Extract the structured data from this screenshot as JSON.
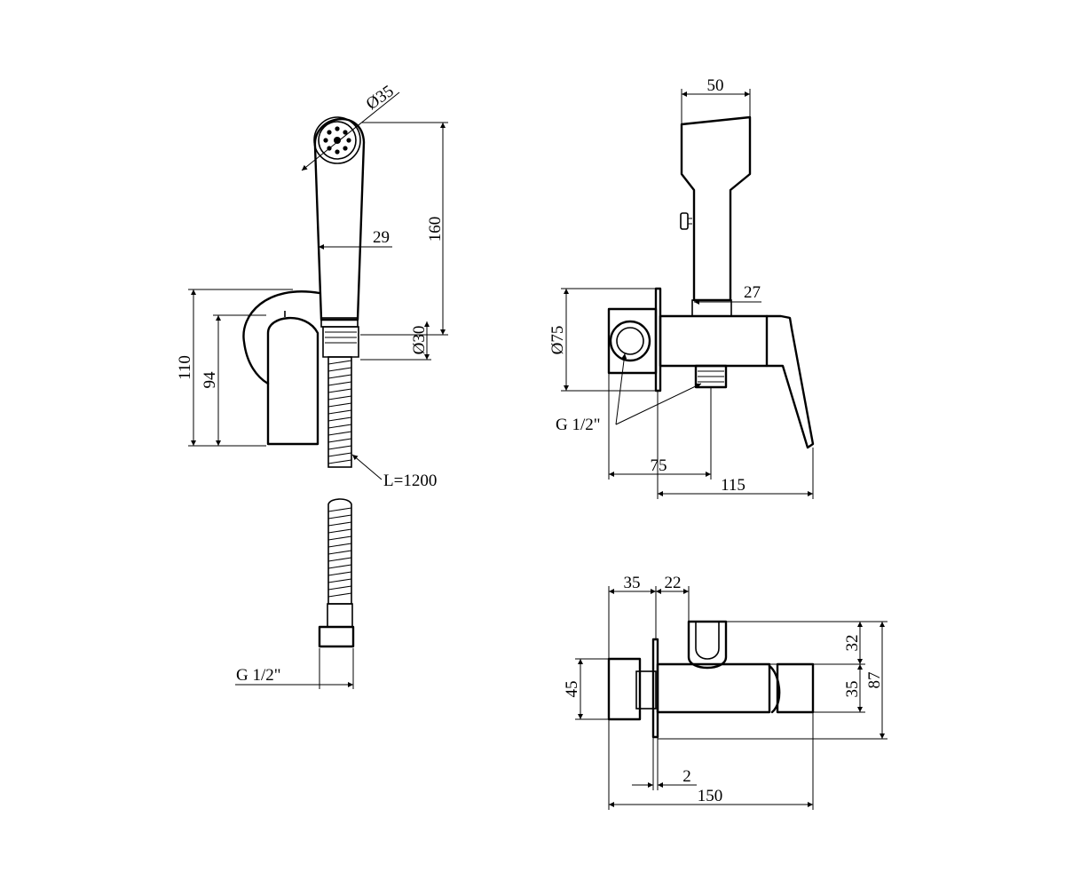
{
  "side_view": {
    "dim_head_diameter": "Ø35",
    "dim_handle_width": "29",
    "dim_shower_length": "160",
    "dim_collar_diameter": "Ø30",
    "dim_rosette_height": "110",
    "dim_bracket_height": "94",
    "dim_hose_length": "L=1200",
    "dim_hose_thread": "G 1/2\""
  },
  "front_view": {
    "dim_head_width": "50",
    "dim_handle_neck_width": "27",
    "dim_flange_diameter": "Ø75",
    "dim_threads": "G 1/2\"",
    "dim_outlet_offset": "75",
    "dim_total_depth": "115"
  },
  "top_view": {
    "dim_inlet_length": "35",
    "dim_flange_to_holder": "22",
    "dim_holder_height": "32",
    "dim_body_diameter": "35",
    "dim_total_height": "87",
    "dim_inlet_height": "45",
    "dim_flange_thickness": "2",
    "dim_total_length": "150"
  }
}
